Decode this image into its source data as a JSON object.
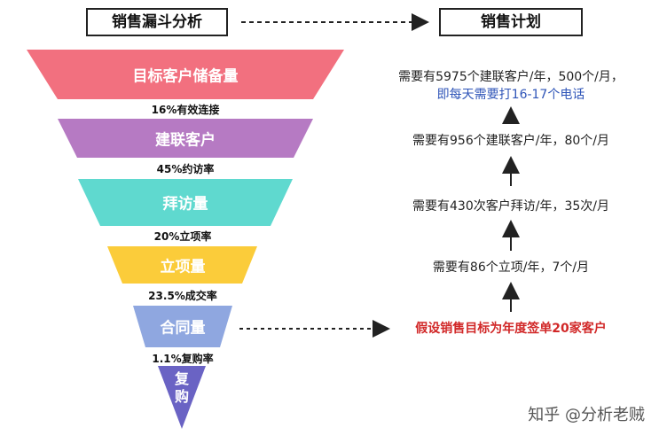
{
  "headers": {
    "left": "销售漏斗分析",
    "right": "销售计划"
  },
  "funnel": {
    "layers": [
      {
        "label": "目标客户储备量",
        "color": "#f2707f"
      },
      {
        "label": "建联客户",
        "color": "#b67ac3"
      },
      {
        "label": "拜访量",
        "color": "#5fd9cf"
      },
      {
        "label": "立项量",
        "color": "#fbcc3a"
      },
      {
        "label": "合同量",
        "color": "#8fa7e0"
      },
      {
        "label": "复购",
        "color": "#6a63c4"
      }
    ],
    "rates": [
      "16%有效连接",
      "45%约访率",
      "20%立项率",
      "23.5%成交率",
      "1.1%复购率"
    ]
  },
  "plan": {
    "lines": [
      "需要有5975个建联客户/年，500个/月，",
      "即每天需要打16-17个电话",
      "需要有956个建联客户/年，80个/月",
      "需要有430次客户拜访/年，35次/月",
      "需要有86个立项/年，7个/月",
      "假设销售目标为年度签单20家客户"
    ]
  },
  "watermark": "知乎 @分析老贼"
}
